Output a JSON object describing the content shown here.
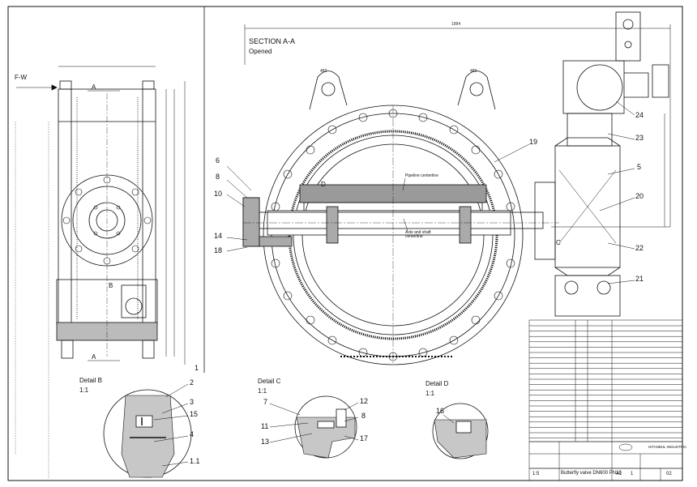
{
  "views": {
    "section": {
      "title": "SECTION A-A",
      "state": "Opened"
    },
    "side": {
      "section_marker": "A",
      "section_marker_bottom": "A",
      "flow_label": "F-W"
    },
    "detail_b": {
      "title": "Detail B",
      "scale": "1:1"
    },
    "detail_c": {
      "title": "Detail C",
      "scale": "1:1"
    },
    "detail_d": {
      "title": "Detail D",
      "scale": "1:1"
    }
  },
  "callouts": {
    "c2": "2",
    "c3": "3",
    "c4": "4",
    "c5": "5",
    "c6": "6",
    "c7": "7",
    "c8": "8",
    "c10": "10",
    "c11": "11",
    "c12": "12",
    "c13": "13",
    "c14": "14",
    "c15": "15",
    "c16": "16",
    "c17": "17",
    "c18": "18",
    "c19": "19",
    "c20": "20",
    "c21": "21",
    "c22": "22",
    "c23": "23",
    "c24": "24",
    "c1": "1",
    "c1_1": "1.1",
    "cB": "B",
    "cC": "C",
    "cD": "D"
  },
  "notes": {
    "pipeline_centerline": "Pipeline centerline",
    "axle_shaft_centerline": "Axle and shaft centerline"
  },
  "dimensions": {
    "overall_length": "1994",
    "ear_left": "483",
    "ear_right": "483"
  },
  "title_block": {
    "product": "Butterfly valve DN600 PN10",
    "scale_value": "1:5",
    "sheet_size": "A1",
    "sheet_no": "1",
    "revision": "02",
    "company": "ISTANBUL INDUSTRIA"
  },
  "colors": {
    "line": "#111111",
    "paper": "#ffffff"
  }
}
